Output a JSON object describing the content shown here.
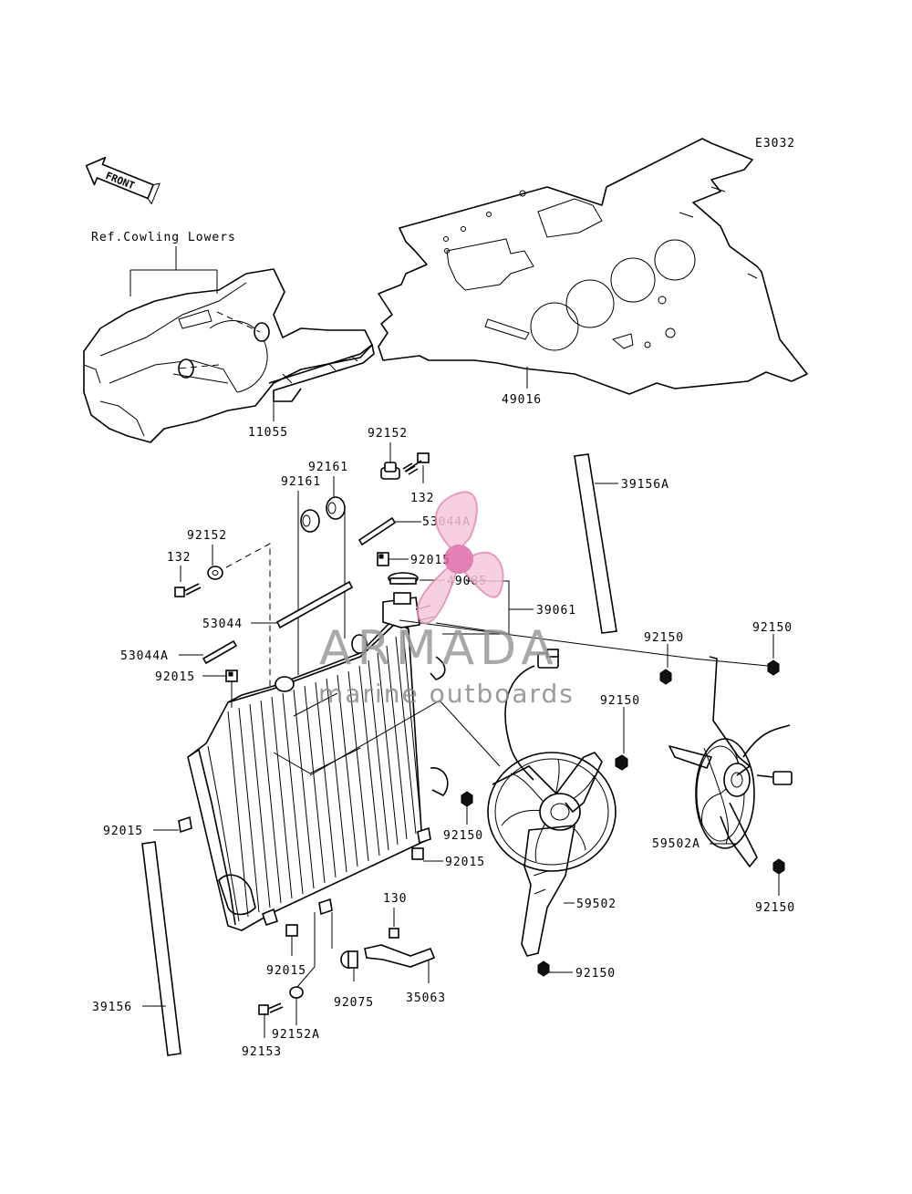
{
  "diagram_code": "E3032",
  "front_arrow_label": "FRONT",
  "ref_note": "Ref.Cowling Lowers",
  "watermark": {
    "brand": "ARMADA",
    "tagline": "marine outboards",
    "brand_color": "#e06aa8"
  },
  "labels": {
    "p49016": "49016",
    "p11055": "11055",
    "p92152_top": "92152",
    "p132_top": "132",
    "p92161_a": "92161",
    "p92161_b": "92161",
    "p39156A": "39156A",
    "p53044A_top": "53044A",
    "p92015_top": "92015",
    "p49085": "49085",
    "p39061": "39061",
    "p92152_left": "92152",
    "p132_left": "132",
    "p53044": "53044",
    "p53044A_left": "53044A",
    "p92015_left": "92015",
    "p92150_a": "92150",
    "p92150_b": "92150",
    "p92150_c": "92150",
    "p92150_d": "92150",
    "p92150_e": "92150",
    "p92150_f": "92150",
    "p92015_mid": "92015",
    "p92015_low": "92015",
    "p92015_bot": "92015",
    "p59502A": "59502A",
    "p130": "130",
    "p59502": "59502",
    "p39156": "39156",
    "p92075": "92075",
    "p35063": "35063",
    "p92152A": "92152A",
    "p92153": "92153"
  }
}
